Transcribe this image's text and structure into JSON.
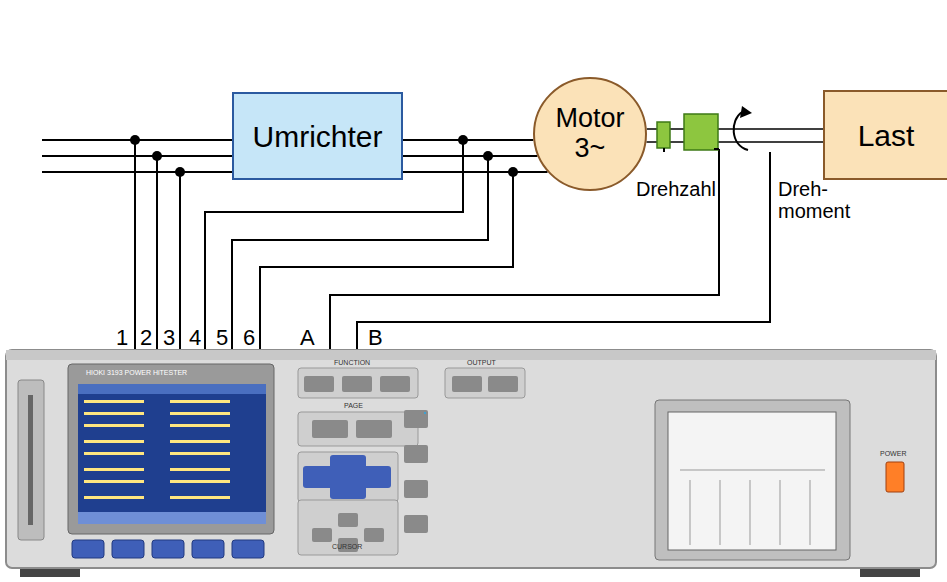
{
  "diagram": {
    "nodes": [
      {
        "text": [
          "Umrichter"
        ]
      },
      {
        "text": [
          "Motor 3~"
        ]
      },
      {
        "text": [
          "Last"
        ]
      }
    ],
    "edges": [
      {
        "from": 0,
        "to": 1,
        "arrow": "none"
      },
      {
        "from": 1,
        "to": 2,
        "arrow": "none"
      }
    ],
    "labels": [
      "1",
      "2",
      "3",
      "4",
      "5",
      "6",
      "A",
      "B",
      "Drehzahl",
      "Dreh- moment",
      "HIOKI 3193 POWER HiTESTER",
      "FUNCTION",
      "PAGE",
      "CURSOR",
      "OUTPUT",
      "POWER"
    ]
  }
}
